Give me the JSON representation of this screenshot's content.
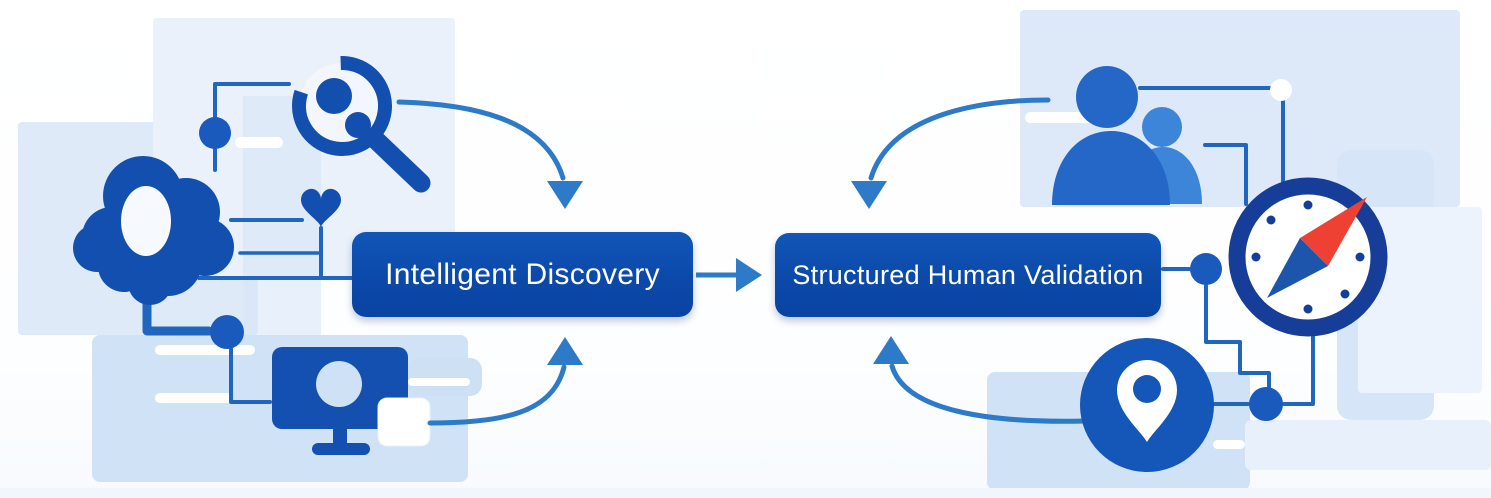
{
  "diagram": {
    "type": "flow",
    "steps": [
      {
        "id": "intelligent-discovery",
        "label": "Intelligent Discovery"
      },
      {
        "id": "structured-human-validation",
        "label": "Structured Human Validation"
      }
    ],
    "connections": [
      {
        "from": "Intelligent Discovery",
        "to": "Structured Human Validation",
        "style": "arrow-right"
      }
    ],
    "decorative_icons": {
      "left_cluster": [
        "magnifier-search-icon",
        "cloud-icon",
        "heart-node-icon",
        "monitor-icon",
        "connector-node",
        "circuit-lines"
      ],
      "right_cluster": [
        "people-icon",
        "compass-icon",
        "location-pin-icon",
        "connector-node",
        "circuit-lines"
      ]
    },
    "arrows": [
      "curved-arrow-into-step1-top",
      "curved-arrow-into-step1-bottom",
      "curved-arrow-into-step2-top",
      "curved-arrow-into-step2-bottom",
      "flow-arrow-step1-to-step2"
    ],
    "colors": {
      "step_box_bg": "#0c4bab",
      "step_box_text": "#ffffff",
      "icon_dark_blue": "#134fae",
      "line_blue": "#2166be",
      "arrow_blue": "#2d7ac8",
      "people_front_blue": "#2467c7",
      "people_back_blue": "#3c85d9",
      "compass_navy": "#163e99",
      "needle_red": "#ee4134",
      "needle_blue": "#1d55ad",
      "pin_blue": "#1557b8",
      "panel_light_blue": "#dce9f8",
      "background": "#ffffff"
    }
  }
}
